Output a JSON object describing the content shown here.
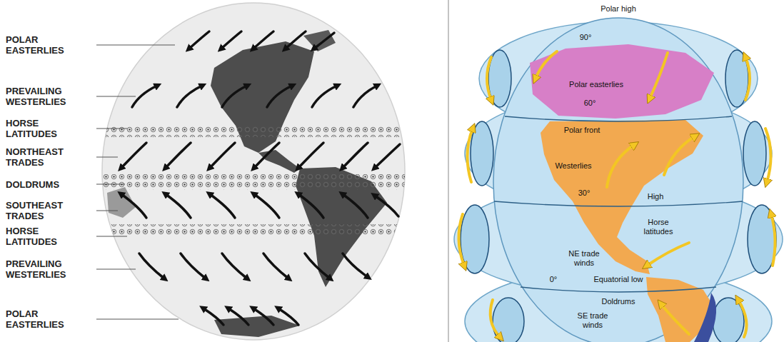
{
  "diagram": {
    "labels": [
      "POLAR EASTERLIES",
      "PREVAILING WESTERLIES",
      "HORSE LATITUDES",
      "NORTHEAST TRADES",
      "DOLDRUMS",
      "SOUTHEAST TRADES",
      "HORSE LATITUDES",
      "PREVAILING WESTERLIES",
      "POLAR EASTERLIES",
      "Polar high",
      "90°",
      "Polar easterlies",
      "60°",
      "Polar front",
      "Westerlies",
      "30°",
      "High",
      "Horse latitudes",
      "NE trade winds",
      "Equatorial low",
      "0°",
      "Doldrums",
      "SE trade winds"
    ]
  }
}
